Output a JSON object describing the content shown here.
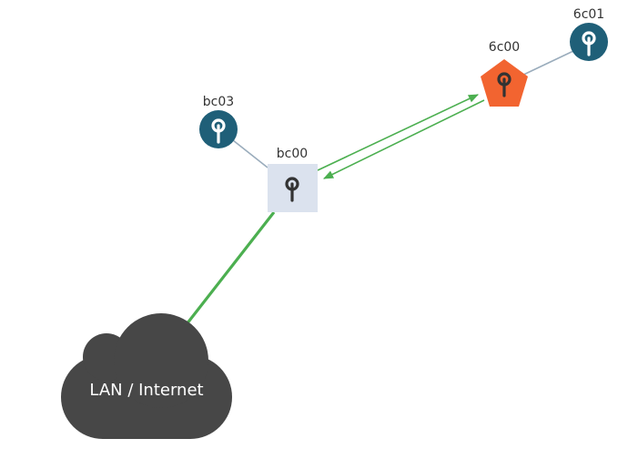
{
  "colors": {
    "background": "#ffffff",
    "client_node": "#1f5f78",
    "gateway_node": "#f26430",
    "router_node_fill": "#dbe2ee",
    "router_icon": "#333333",
    "cloud": "#474747",
    "link_green": "#4caf50",
    "link_gray": "#9aacbc"
  },
  "nodes": {
    "bc03": {
      "label": "bc03",
      "icon": "mesh-node-icon"
    },
    "bc00": {
      "label": "bc00",
      "icon": "mesh-node-icon"
    },
    "6c00": {
      "label": "6c00",
      "icon": "mesh-node-icon"
    },
    "6c01": {
      "label": "6c01",
      "icon": "mesh-node-icon"
    }
  },
  "cloud": {
    "label": "LAN / Internet",
    "icon": "cloud-icon"
  }
}
